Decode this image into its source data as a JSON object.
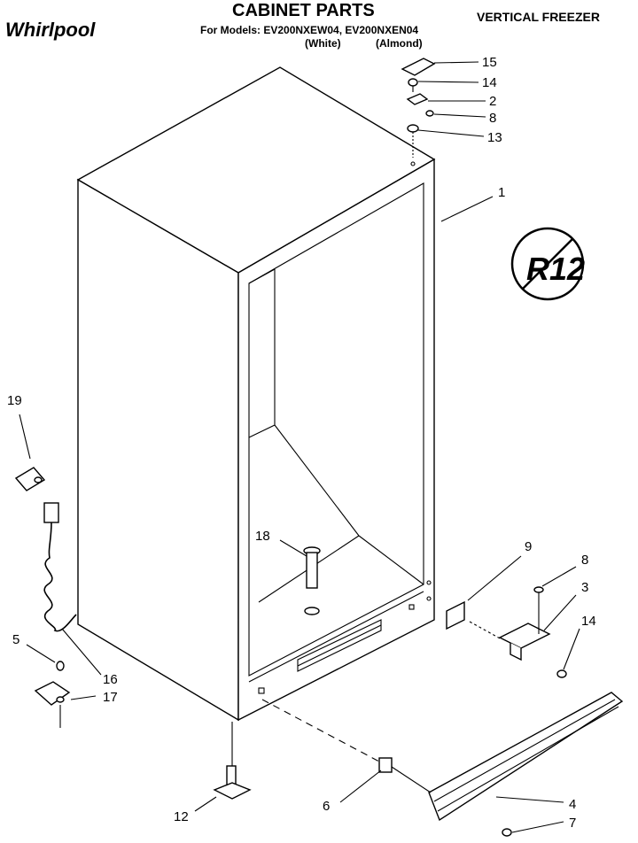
{
  "header": {
    "brand": "Whirlpool",
    "title": "CABINET PARTS",
    "models_line": "For Models: EV200NXEW04, EV200NXEN04",
    "variant_white": "(White)",
    "variant_almond": "(Almond)",
    "category": "VERTICAL FREEZER"
  },
  "badge": {
    "text": "R12",
    "icon": "no-r12-icon"
  },
  "callouts": [
    {
      "id": "c1",
      "label": "1"
    },
    {
      "id": "c2",
      "label": "2"
    },
    {
      "id": "c3",
      "label": "3"
    },
    {
      "id": "c4",
      "label": "4"
    },
    {
      "id": "c5",
      "label": "5"
    },
    {
      "id": "c6",
      "label": "6"
    },
    {
      "id": "c7",
      "label": "7"
    },
    {
      "id": "c8a",
      "label": "8"
    },
    {
      "id": "c8b",
      "label": "8"
    },
    {
      "id": "c9",
      "label": "9"
    },
    {
      "id": "c12",
      "label": "12"
    },
    {
      "id": "c13",
      "label": "13"
    },
    {
      "id": "c14a",
      "label": "14"
    },
    {
      "id": "c14b",
      "label": "14"
    },
    {
      "id": "c15",
      "label": "15"
    },
    {
      "id": "c16",
      "label": "16"
    },
    {
      "id": "c17",
      "label": "17"
    },
    {
      "id": "c18",
      "label": "18"
    },
    {
      "id": "c19",
      "label": "19"
    }
  ]
}
